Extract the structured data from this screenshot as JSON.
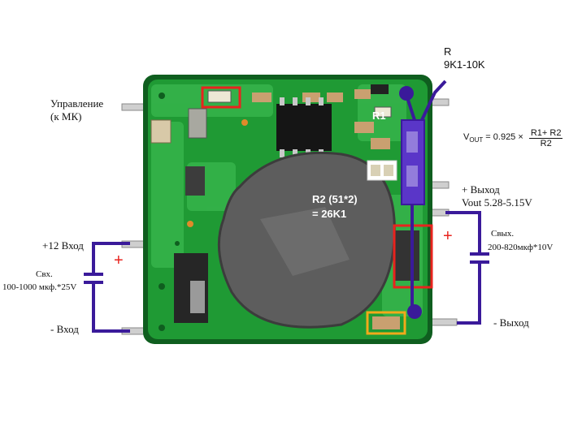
{
  "colors": {
    "pcb": "#1f9a34",
    "pcb_edge": "#0e5a1c",
    "wire": "#3a1a9a",
    "highlight_red": "#e8231e",
    "highlight_orange": "#f2a91a",
    "inductor": "#5d5d5d"
  },
  "labels": {
    "control_line1": "Управление",
    "control_line2": "(к МК)",
    "input_plus": "+12 Вход",
    "input_minus": "- Вход",
    "cin_line1": "Свх.",
    "cin_line2": "100-1000 мкф.*25V",
    "r_line1": "R",
    "r_line2": "9K1-10K",
    "r1": "R1",
    "r2_line1": "R2 (51*2)",
    "r2_line2": "= 26K1",
    "output_plus_line1": "+ Выход",
    "output_plus_line2": "Vout 5.28-5.15V",
    "cout_line1": "Свых.",
    "cout_line2": "200-820мкф*10V",
    "output_minus": "- Выход",
    "polarity_plus": "+"
  },
  "formula": {
    "lhs": "V",
    "lhs_sub": "OUT",
    "mid": "= 0.925 ×",
    "numerator": "R1+ R2",
    "denominator": "R2"
  },
  "icons": [
    "pcb-board",
    "inductor",
    "ic-chip",
    "resistor",
    "capacitor-symbol",
    "wire"
  ]
}
